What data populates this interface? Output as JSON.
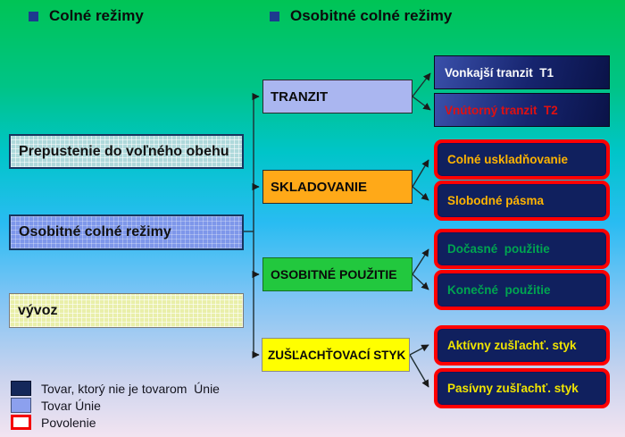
{
  "header": {
    "items": [
      {
        "label": "Colné režimy"
      },
      {
        "label": "Osobitné colné režimy"
      }
    ]
  },
  "left_column": [
    {
      "label": "Prepustenie do voľného obehu"
    },
    {
      "label": "Osobitné colné režimy"
    },
    {
      "label": "vývoz"
    }
  ],
  "middle_column": [
    {
      "label": "TRANZIT"
    },
    {
      "label": "SKLADOVANIE"
    },
    {
      "label": "OSOBITNÉ POUŽITIE"
    },
    {
      "label": "ZUŠĽACHŤOVACÍ STYK"
    }
  ],
  "right_column": [
    {
      "label": "Vonkajší tranzit  T1",
      "text_color": "#fdfdfd",
      "style": "gradient-navy"
    },
    {
      "label": "Vnútorný tranzit  T2",
      "text_color": "#e01010",
      "style": "gradient-navy"
    },
    {
      "label": "Colné uskladňovanie",
      "text_color": "#ffb400",
      "style": "navy-red-border"
    },
    {
      "label": "Slobodné pásma",
      "text_color": "#ffb400",
      "style": "navy-red-border"
    },
    {
      "label": "Dočasné  použitie",
      "text_color": "#00a550",
      "style": "navy-red-border"
    },
    {
      "label": "Konečné  použitie",
      "text_color": "#00a550",
      "style": "navy-red-border"
    },
    {
      "label": "Aktívny zušľachť. styk",
      "text_color": "#f0e400",
      "style": "navy-red-border"
    },
    {
      "label": "Pasívny zušľachť. styk",
      "text_color": "#f0e400",
      "style": "navy-red-border"
    }
  ],
  "legend": [
    {
      "swatch": "dark-navy-square",
      "label": "Tovar, ktorý nie je tovarom  Únie"
    },
    {
      "swatch": "light-blue-square",
      "label": "Tovar Únie"
    },
    {
      "swatch": "red-outline-square",
      "label": "Povolenie"
    }
  ],
  "colors": {
    "background_top": "#00c455",
    "background_middle": "#29bcf2",
    "background_bottom": "#f2e4f1",
    "tranzit_box": "#aab6f0",
    "skladovanie_box": "#ffa918",
    "pouzitie_box": "#22c83e",
    "zuslachtovaci_box": "#ffff00",
    "right_box_navy": "#10205e",
    "permission_border": "#ff0000",
    "bullet": "#1d3a8f"
  }
}
